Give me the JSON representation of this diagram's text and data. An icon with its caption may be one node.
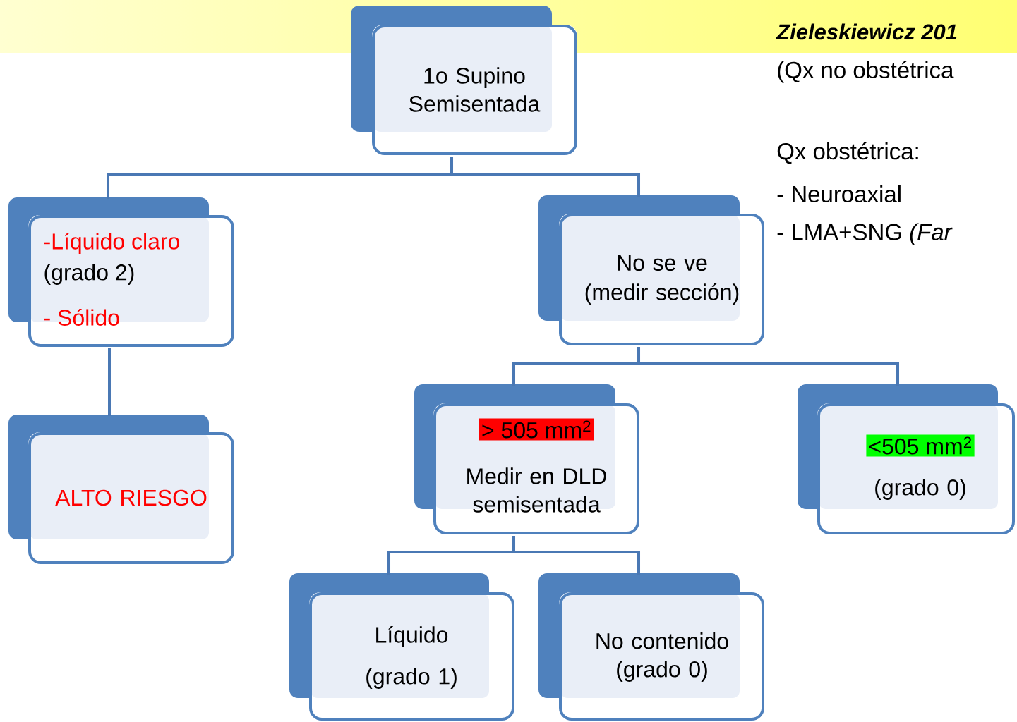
{
  "diagram": {
    "nodes": [
      {
        "text": [
          "1o Supino Semisentada"
        ]
      },
      {
        "text": [
          "-Líquido claro",
          "(grado 2)",
          "- Sólido"
        ]
      },
      {
        "text": [
          "ALTO RIESGO"
        ]
      },
      {
        "text": [
          "No se ve",
          "(medir sección)"
        ]
      },
      {
        "text": [
          "> 505 mm$^{2}$",
          "Medir en DLD semisentada"
        ]
      },
      {
        "text": [
          "<505 mm$^{2}$",
          "(grado 0)"
        ]
      },
      {
        "text": [
          "Líquido",
          "(grado 1)"
        ]
      },
      {
        "text": [
          "No contenido (grado 0)"
        ]
      }
    ],
    "edges": [
      {
        "from": 0,
        "to": 1,
        "arrow": "none"
      },
      {
        "from": 0,
        "to": 3,
        "arrow": "none"
      },
      {
        "from": 1,
        "to": 2,
        "arrow": "none"
      },
      {
        "from": 3,
        "to": 4,
        "arrow": "none"
      },
      {
        "from": 3,
        "to": 5,
        "arrow": "none"
      },
      {
        "from": 4,
        "to": 6,
        "arrow": "none"
      },
      {
        "from": 4,
        "to": 7,
        "arrow": "none"
      }
    ],
    "labels": [
      "Zieleskiewicz 201",
      "(Qx no obstétrica",
      "Qx obstétrica:",
      "- Neuroaxial",
      "- LMA+SNG *(Far*"
    ]
  }
}
